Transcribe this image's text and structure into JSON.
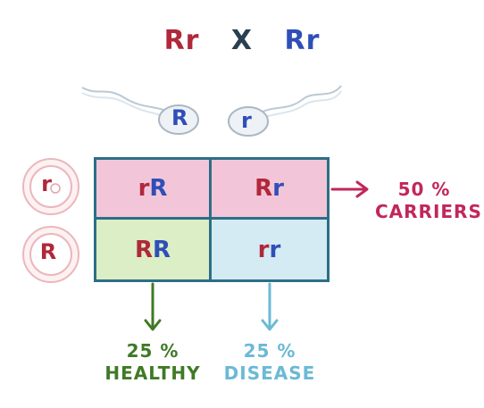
{
  "parents": {
    "left": "Rr",
    "cross": "X",
    "right": "Rr"
  },
  "sperm": [
    {
      "allele": "R"
    },
    {
      "allele": "r"
    }
  ],
  "eggs": [
    {
      "allele": "r"
    },
    {
      "allele": "R"
    }
  ],
  "grid": {
    "cells": [
      {
        "genotype": "rR",
        "first": "r",
        "second": "R"
      },
      {
        "genotype": "Rr",
        "first": "R",
        "second": "r"
      },
      {
        "genotype": "RR",
        "first": "R",
        "second": "R"
      },
      {
        "genotype": "rr",
        "first": "r",
        "second": "r"
      }
    ]
  },
  "outcomes": {
    "carriers": {
      "percent": "50 %",
      "label": "CARRIERS",
      "color": "#c2275a"
    },
    "healthy": {
      "percent": "25 %",
      "label": "HEALTHY",
      "color": "#3f7a26"
    },
    "disease": {
      "percent": "25 %",
      "label": "DISEASE",
      "color": "#6bb9d6"
    }
  },
  "colors": {
    "dominant": "#b0283a",
    "recessive": "#2f4fb8",
    "grid_border": "#2d6e86",
    "carrier_fill": "#f2c6d8",
    "healthy_fill": "#dbeec6",
    "disease_fill": "#d4ebf4"
  }
}
